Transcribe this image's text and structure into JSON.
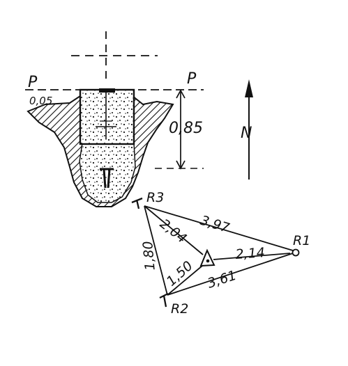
{
  "profile": {
    "plane_left": "P",
    "plane_right": "P",
    "surface_depth": "0,05",
    "depth": "0,85"
  },
  "north": {
    "label": "N"
  },
  "points": {
    "r1": "R1",
    "r2": "R2",
    "r3": "R3"
  },
  "distances": {
    "r3_to_station": "2,04",
    "r3_to_r1": "3,97",
    "r3_to_r2": "1,80",
    "station_to_r1": "2,14",
    "station_to_r2": "1,50",
    "r2_to_r1": "3,61"
  }
}
